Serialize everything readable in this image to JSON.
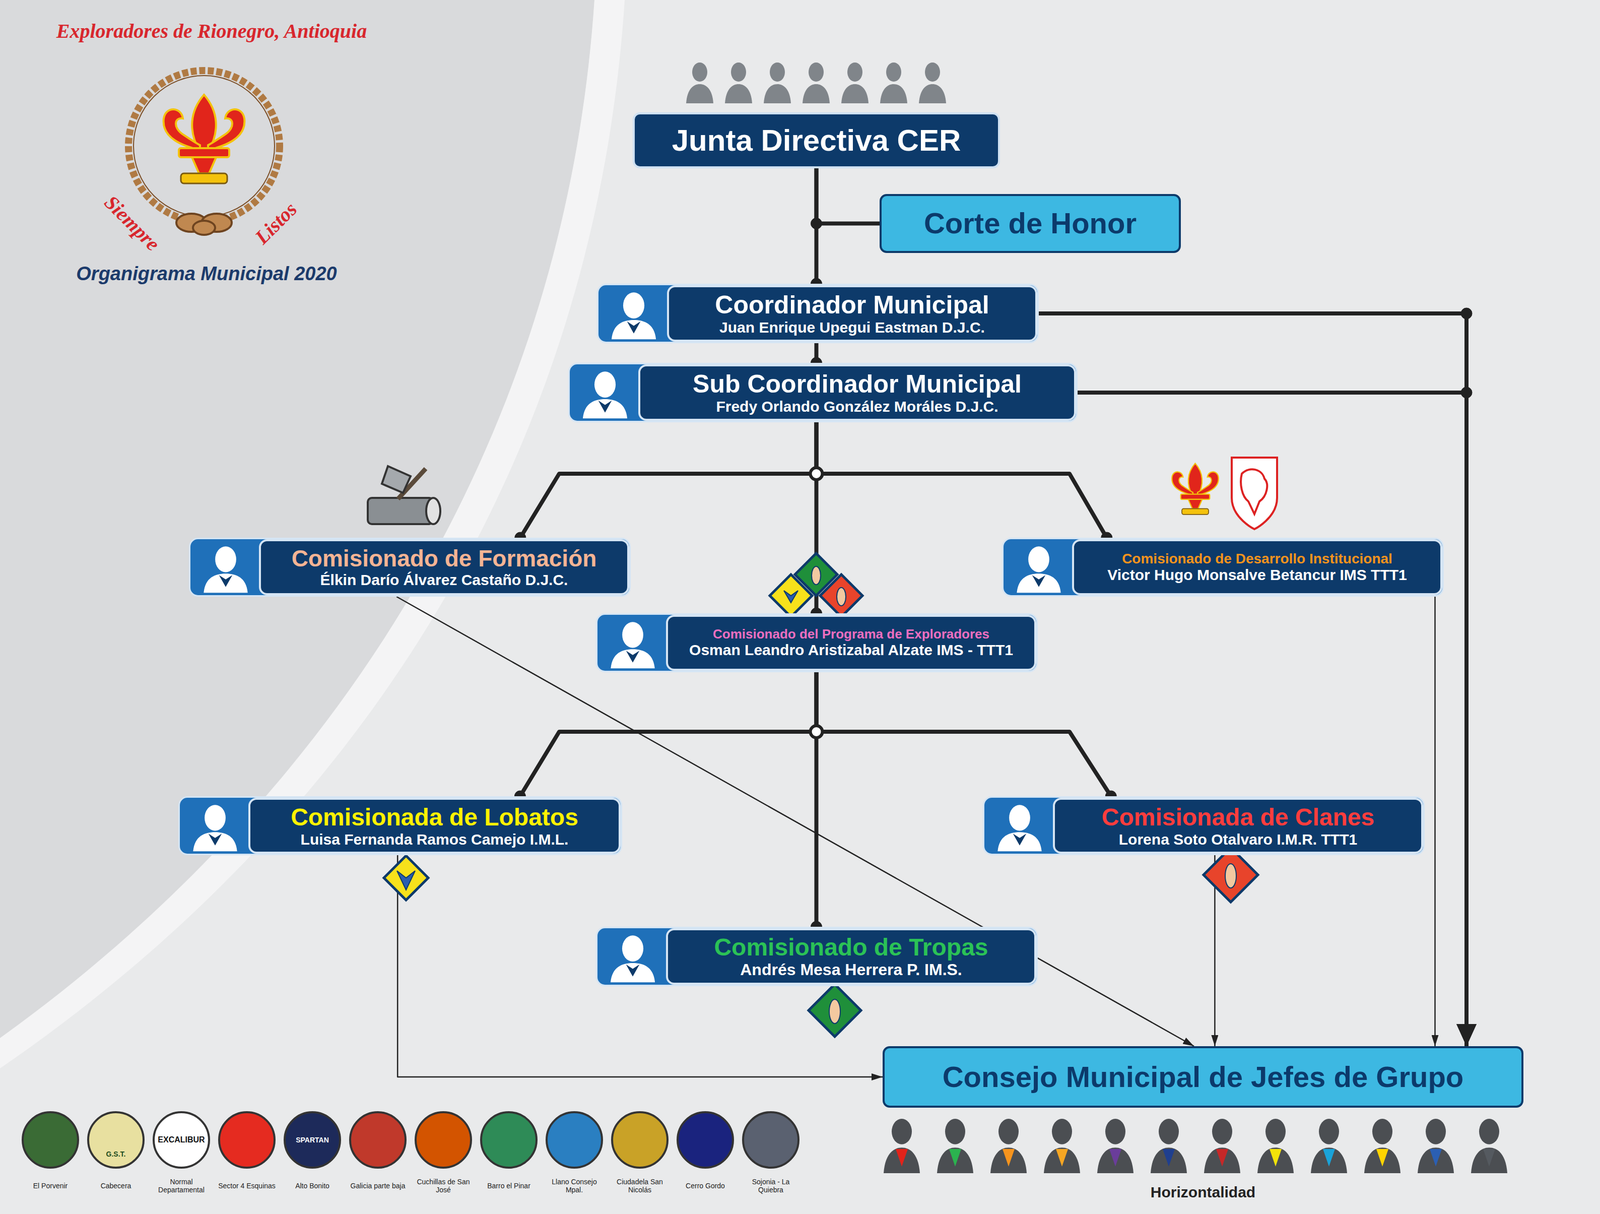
{
  "diagram": {
    "title": "Organigrama Municipal 2020",
    "nodes": [
      {
        "text": [
          "Junta Directiva CER"
        ]
      },
      {
        "text": [
          "Corte de Honor"
        ]
      },
      {
        "text": [
          "Coordinador Municipal",
          "Juan Enrique Upegui Eastman D.J.C."
        ]
      },
      {
        "text": [
          "Sub Coordinador Municipal",
          "Fredy Orlando González Moráles D.J.C."
        ]
      },
      {
        "text": [
          "Comisionado de Formación",
          "Élkin Darío Álvarez Castaño D.J.C."
        ]
      },
      {
        "text": [
          "Comisionado de Desarrollo Institucional",
          "Victor Hugo Monsalve Betancur IMS TTT1"
        ]
      },
      {
        "text": [
          "Comisionado del Programa de Exploradores",
          "Osman Leandro Aristizabal Alzate IMS - TTT1"
        ]
      },
      {
        "text": [
          "Comisionada de Lobatos",
          "Luisa Fernanda Ramos Camejo I.M.L."
        ]
      },
      {
        "text": [
          "Comisionada de Clanes",
          "Lorena Soto Otalvaro I.M.R. TTT1"
        ]
      },
      {
        "text": [
          "Comisionado de Tropas",
          "Andrés Mesa Herrera P. IM.S."
        ]
      },
      {
        "text": [
          "Consejo Municipal de Jefes de Grupo"
        ]
      }
    ],
    "edges": [
      {
        "from": 0,
        "to": 1,
        "arrow": "none"
      },
      {
        "from": 0,
        "to": 2,
        "arrow": "none"
      },
      {
        "from": 2,
        "to": 3,
        "arrow": "none"
      },
      {
        "from": 3,
        "to": 4,
        "arrow": "none"
      },
      {
        "from": 3,
        "to": 5,
        "arrow": "none"
      },
      {
        "from": 3,
        "to": 6,
        "arrow": "none"
      },
      {
        "from": 6,
        "to": 7,
        "arrow": "none"
      },
      {
        "from": 6,
        "to": 8,
        "arrow": "none"
      },
      {
        "from": 6,
        "to": 9,
        "arrow": "none"
      },
      {
        "from": 2,
        "to": 10,
        "arrow": "to"
      },
      {
        "from": 3,
        "to": 10,
        "arrow": "to"
      },
      {
        "from": 4,
        "to": 10,
        "arrow": "to"
      },
      {
        "from": 5,
        "to": 10,
        "arrow": "to"
      },
      {
        "from": 7,
        "to": 10,
        "arrow": "to"
      },
      {
        "from": 8,
        "to": 10,
        "arrow": "to"
      }
    ],
    "labels": [
      "Exploradores de Rionegro, Antioquia",
      "Siempre",
      "Listos",
      "G.S.T.",
      "EXCALIBUR",
      "SPARTAN",
      "El Porvenir",
      "Cabecera",
      "Normal Departamental",
      "Sector 4 Esquinas",
      "Alto Bonito",
      "Galicia parte baja",
      "Cuchillas de San José",
      "Barro el Pinar",
      "Llano Consejo Mpal.",
      "Ciudadela San Nicolás",
      "Cerro Gordo",
      "Sojonia - La Quiebra",
      "Horizontalidad"
    ]
  }
}
